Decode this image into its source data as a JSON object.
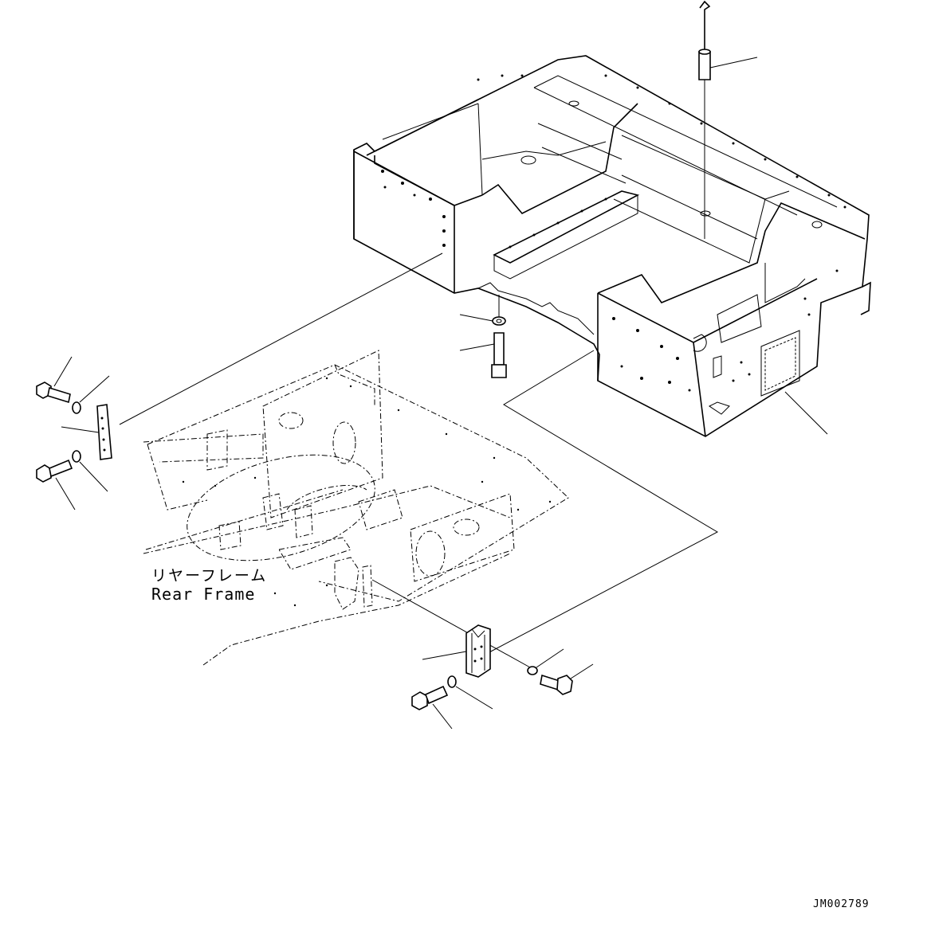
{
  "diagram": {
    "rear_frame_label_jp": "リヤーフレーム",
    "rear_frame_label_en": "Rear Frame",
    "drawing_code": "JM002789"
  }
}
